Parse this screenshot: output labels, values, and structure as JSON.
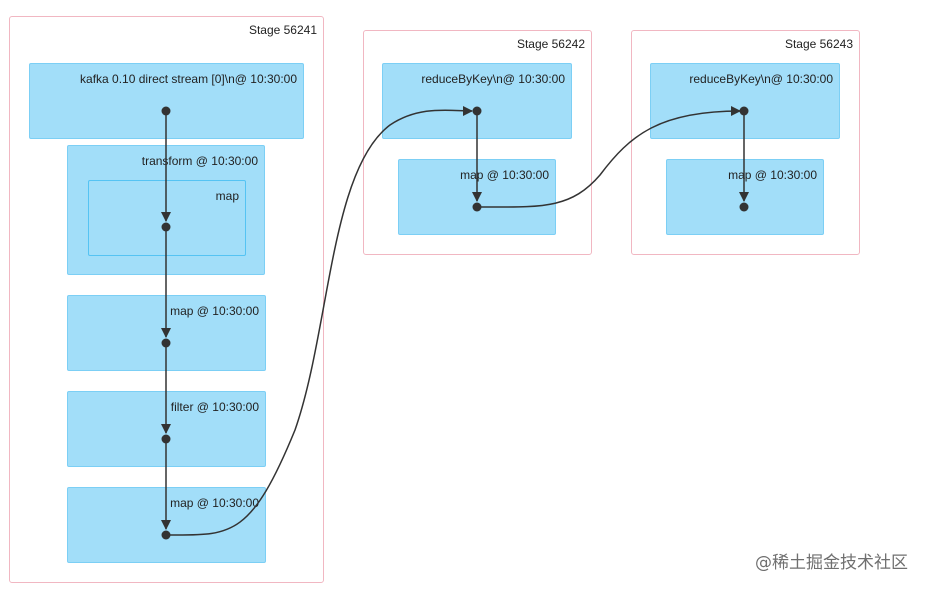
{
  "stages": [
    {
      "id": "stage1",
      "label": "Stage 56241",
      "nodes": [
        {
          "label": "kafka 0.10 direct stream [0]\\n@ 10:30:00"
        },
        {
          "label": "transform @ 10:30:00",
          "inner_label": "map"
        },
        {
          "label": "map @ 10:30:00"
        },
        {
          "label": "filter @ 10:30:00"
        },
        {
          "label": "map @ 10:30:00"
        }
      ]
    },
    {
      "id": "stage2",
      "label": "Stage 56242",
      "nodes": [
        {
          "label": "reduceByKey\\n@ 10:30:00"
        },
        {
          "label": "map @ 10:30:00"
        }
      ]
    },
    {
      "id": "stage3",
      "label": "Stage 56243",
      "nodes": [
        {
          "label": "reduceByKey\\n@ 10:30:00"
        },
        {
          "label": "map @ 10:30:00"
        }
      ]
    }
  ],
  "watermark": "@稀土掘金技术社区",
  "colors": {
    "stage_border": "#f1b7c2",
    "node_fill": "#a2def9",
    "node_border": "#7ccff5",
    "edge": "#333333"
  }
}
